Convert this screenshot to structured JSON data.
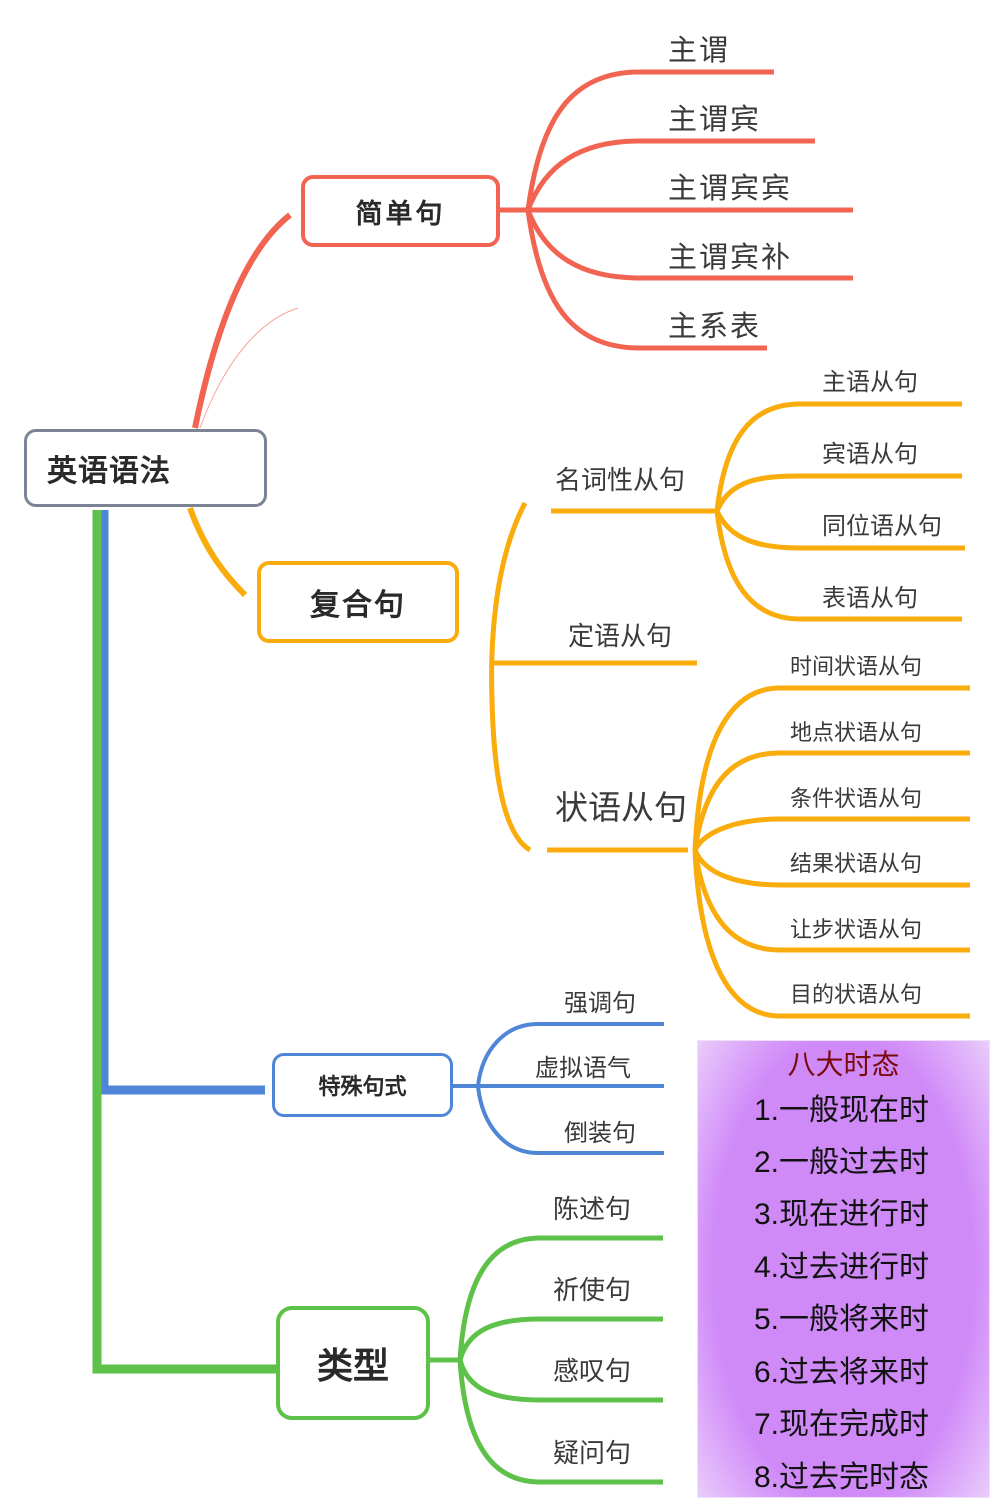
{
  "title": "英语语法",
  "colors": {
    "simple": "#f26452",
    "complex": "#f9ac0b",
    "special": "#4f86d8",
    "types": "#5ec24a",
    "root_border": "#7b8496",
    "tense_panel": "#d08af8",
    "tense_title": "#7a0a0a"
  },
  "branches": {
    "simple": {
      "label": "简单句",
      "children": [
        "主谓",
        "主谓宾",
        "主谓宾宾",
        "主谓宾补",
        "主系表"
      ]
    },
    "complex": {
      "label": "复合句",
      "groups": [
        {
          "label": "名词性从句",
          "children": [
            "主语从句",
            "宾语从句",
            "同位语从句",
            "表语从句"
          ]
        },
        {
          "label": "定语从句",
          "children": []
        },
        {
          "label": "状语从句",
          "children": [
            "时间状语从句",
            "地点状语从句",
            "条件状语从句",
            "结果状语从句",
            "让步状语从句",
            "目的状语从句"
          ]
        }
      ]
    },
    "special": {
      "label": "特殊句式",
      "children": [
        "强调句",
        "虚拟语气",
        "倒装句"
      ]
    },
    "types": {
      "label": "类型",
      "children": [
        "陈述句",
        "祈使句",
        "感叹句",
        "疑问句"
      ]
    }
  },
  "tenses": {
    "title": "八大时态",
    "items": [
      "1.一般现在时",
      "2.一般过去时",
      "3.现在进行时",
      "4.过去进行时",
      "5.一般将来时",
      "6.过去将来时",
      "7.现在完成时",
      "8.过去完时态"
    ]
  }
}
